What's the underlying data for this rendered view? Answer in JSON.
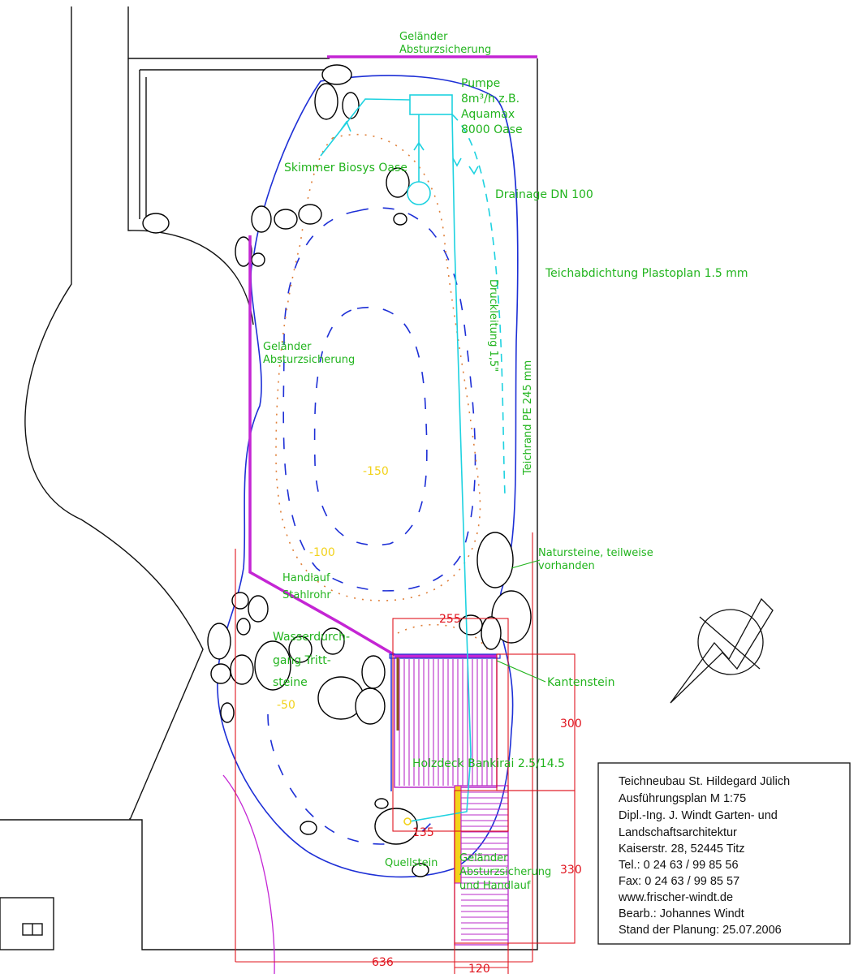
{
  "colors": {
    "railing": "#c425d4",
    "liner": "#1d2fd6",
    "pipe": "#1ed2e0",
    "dimension": "#e0141e",
    "label": "#22b41e",
    "depth": "#f2d21a",
    "deck": "#b82ac8",
    "stone": "#000000"
  },
  "labels": {
    "railing_top": [
      "Geländer",
      "Absturzsicherung"
    ],
    "pump": [
      "Pumpe",
      "8m³/h z.B.",
      "Aquamax",
      "8000 Oase"
    ],
    "skimmer": "Skimmer Biosys Oase",
    "drainage": "Drainage DN 100",
    "liner": "Teichabdichtung Plastoplan 1.5 mm",
    "pressure_line": "Druckleitung 1,5\"",
    "railing_left": [
      "Geländer",
      "Absturzsicherung"
    ],
    "pond_edge": "Teichrand PE 245 mm",
    "depth_deep": "-150",
    "depth_mid": "-100",
    "natural_stones": [
      "Natursteine, teilweise",
      "vorhanden"
    ],
    "handrail": [
      "Handlauf",
      "Stahlrohr"
    ],
    "water_passage": [
      "Wasserdurch-",
      "gang Tritt-",
      "steine"
    ],
    "depth_shallow": "-50",
    "edge_stone": "Kantenstein",
    "deck": "Holzdeck Bankirai 2.5/14.5",
    "spring_stone": "Quellstein",
    "railing_stairs": [
      "Geländer",
      "Absturzsicherung",
      "und Handlauf"
    ]
  },
  "dimensions": {
    "d255": "255",
    "d300": "300",
    "d330": "330",
    "d135": "135",
    "d636": "636",
    "d120": "120"
  },
  "title_block": {
    "lines": [
      "Teichneubau St. Hildegard Jülich",
      "Ausführungsplan M 1:75",
      "Dipl.-Ing. J. Windt Garten- und",
      "Landschaftsarchitektur",
      "Kaiserstr. 28, 52445 Titz",
      "Tel.: 0 24 63 / 99 85 56",
      "Fax: 0 24 63 / 99 85 57",
      "www.frischer-windt.de",
      "Bearb.: Johannes Windt",
      "Stand der Planung: 25.07.2006"
    ]
  }
}
